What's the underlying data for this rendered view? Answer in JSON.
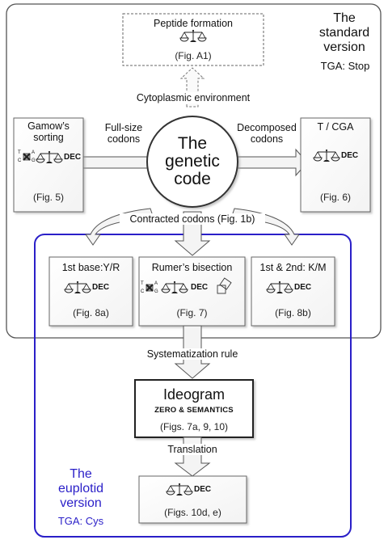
{
  "standard_version": {
    "title": "The standard version",
    "title_lines": [
      "The",
      "standard",
      "version"
    ],
    "tga": "TGA: Stop"
  },
  "euplotid_version": {
    "title": "The euplotid version",
    "title_lines": [
      "The",
      "euplotid",
      "version"
    ],
    "tga": "TGA: Cys"
  },
  "center": {
    "lines": [
      "The",
      "genetic",
      "code"
    ]
  },
  "peptide": {
    "title": "Peptide formation",
    "fig": "(Fig. A1)"
  },
  "cytoplasmic_label": "Cytoplasmic environment",
  "gamow": {
    "title_lines": [
      "Gamow’s",
      "sorting"
    ],
    "dec": "DEC",
    "fig": "(Fig. 5)"
  },
  "full_size_label": [
    "Full-size",
    "codons"
  ],
  "decomposed_label": [
    "Decomposed",
    "codons"
  ],
  "tcga": {
    "title": "T / CGA",
    "dec": "DEC",
    "fig": "(Fig. 6)"
  },
  "contracted_label": "Contracted codons (Fig. 1b)",
  "first_base": {
    "title": "1st base:Y/R",
    "dec": "DEC",
    "fig": "(Fig. 8a)"
  },
  "rumer": {
    "title": "Rumer’s bisection",
    "dec": "DEC",
    "fig": "(Fig. 7)"
  },
  "first_second": {
    "title": "1st & 2nd: K/M",
    "dec": "DEC",
    "fig": "(Fig. 8b)"
  },
  "systematization_label": "Systematization rule",
  "ideogram": {
    "title": "Ideogram",
    "subtitle": "ZERO & SEMANTICS",
    "fig": "(Figs. 7a, 9, 10)"
  },
  "translation_label": "Translation",
  "bottom": {
    "dec": "DEC",
    "fig": "(Figs. 10d, e)"
  },
  "nucleotide_letters": [
    "T",
    "A",
    "C",
    "G"
  ],
  "icons": [
    "balance-scale-icon",
    "nucleotide-cross-icon",
    "square-rotation-icon"
  ],
  "colors": {
    "euplotid_accent": "#2a1fc8",
    "outline": "#555555",
    "arrow_fill": "#f2f2f2"
  }
}
